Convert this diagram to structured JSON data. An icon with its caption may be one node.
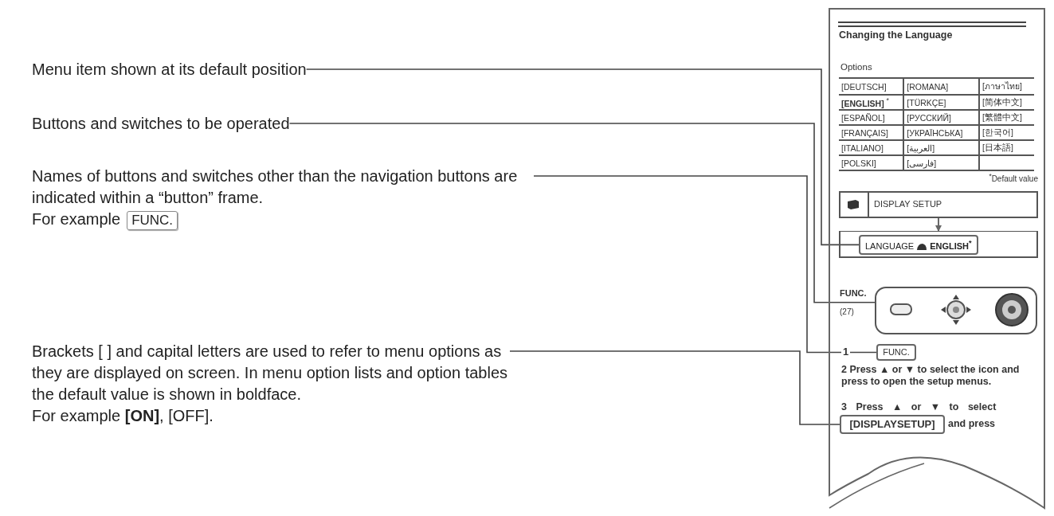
{
  "diagram": {
    "nodes": [
      {
        "text": [
          "Menu item shown at its default position"
        ]
      },
      {
        "text": [
          "Buttons and switches to be operated"
        ]
      },
      {
        "text": [
          "Names of buttons and switches other than the navigation buttons are indicated within a “button” frame.",
          "For example"
        ]
      },
      {
        "text": [
          "FUNC."
        ],
        "in": 2
      },
      {
        "text": [
          "Brackets [ ] and capital letters are used to refer to menu options as they are displayed on screen. In menu option lists and option tables the default value is shown in boldface.",
          "For example **[ON]**, [OFF]."
        ]
      },
      {
        "text": [
          "Changing the Language"
        ]
      },
      {
        "text": [
          "DISPLAY SETUP"
        ],
        "in": 5
      },
      {
        "text": [],
        "shape": "box",
        "in": 5
      },
      {
        "text": [
          "LANGUAGE",
          "ENGLISH$^{*}$"
        ],
        "in": 7
      },
      {
        "text": [],
        "shape": "box",
        "in": 5
      },
      {
        "text": [
          "FUNC."
        ],
        "in": 5
      },
      {
        "text": [
          "[DISPLAYSETUP]"
        ],
        "in": 5
      }
    ],
    "edges": [
      {
        "from": 0,
        "to": 8,
        "arrow": "none"
      },
      {
        "from": 1,
        "to": 9,
        "arrow": "none"
      },
      {
        "from": 2,
        "to": 10,
        "arrow": "none"
      },
      {
        "from": 4,
        "to": 11,
        "arrow": "none"
      },
      {
        "from": 6,
        "to": 7,
        "arrow": "to"
      }
    ],
    "labels": [
      "Options",
      "[DEUTSCH]",
      "[ROMANA]",
      "[ภาษาไทย]",
      "**[ENGLISH]** $^{*}$",
      "[TÜRKÇE]",
      "[简体中文]",
      "[ESPAÑOL]",
      "[РУССКИЙ]",
      "[繁體中文]",
      "[FRANÇAIS]",
      "[УКРАЇНСЬКА]",
      "[한국어]",
      "[ITALIANO]",
      "[العربية]",
      "[日本語]",
      "[POLSKI]",
      "[فارسی]",
      "$^{*}$Default value",
      "FUNC.",
      "(27)",
      "1",
      "2 Press ▲ or ▼ to select the icon and press to open the setup menus.",
      "3 Press ▲ or ▼ to select",
      "and press"
    ]
  }
}
